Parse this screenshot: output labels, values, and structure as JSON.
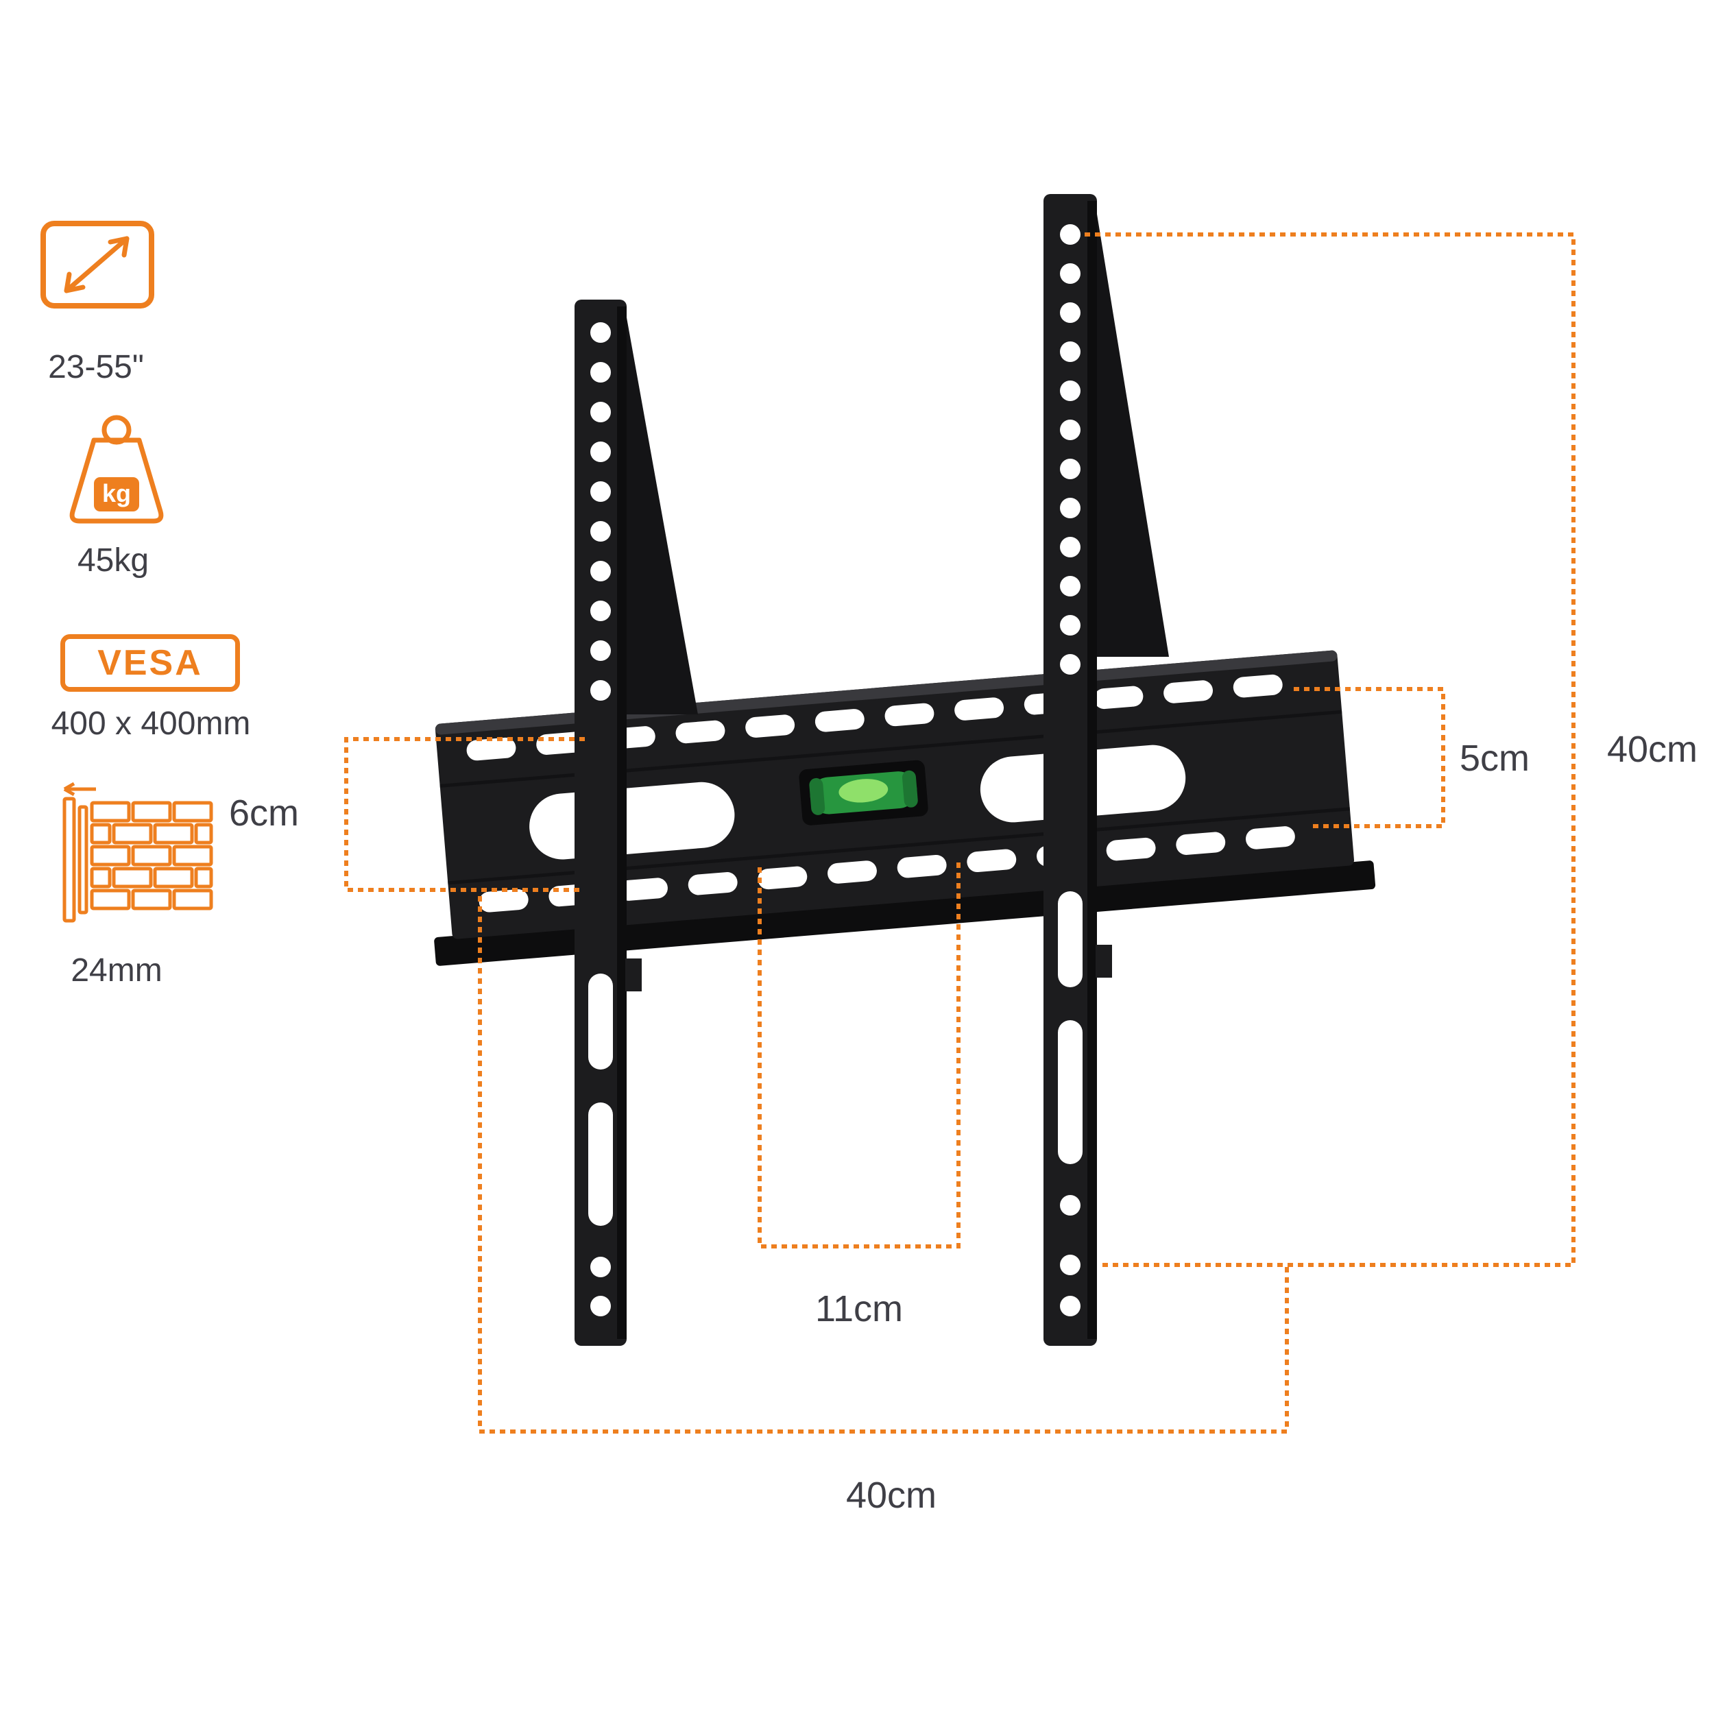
{
  "colors": {
    "accent": "#ee7f1f",
    "bracket": "#1c1c1e",
    "label_text": "#3f3f46",
    "level_green": "#27963f",
    "background": "#ffffff"
  },
  "specs": [
    {
      "name": "screen-size",
      "label": "23-55\""
    },
    {
      "name": "max-load",
      "icon_text": "kg",
      "label": "45kg"
    },
    {
      "name": "vesa",
      "badge_text": "VESA",
      "label": "400 x 400mm"
    },
    {
      "name": "wall-thickness",
      "label": "24mm"
    }
  ],
  "dimensions": {
    "plate_left_height": "6cm",
    "plate_right_slot": "5cm",
    "arm_hole_span_vertical": "40cm",
    "bottom_slot_span": "11cm",
    "arm_span_horizontal": "40cm"
  }
}
